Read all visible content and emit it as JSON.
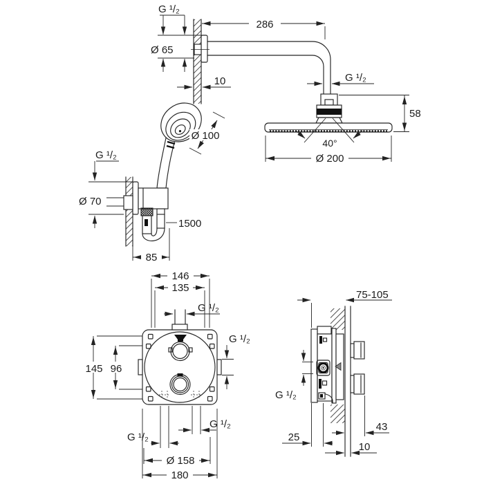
{
  "drawing": {
    "type": "shower-system-technical-dimension-drawing",
    "colors": {
      "line": "#232323",
      "background": "#ffffff",
      "fill_dark": "#111111"
    },
    "labels": {
      "arm": {
        "thread": "G ¹/₂",
        "length": "286",
        "flange_diameter": "Ø 65",
        "wall_thickness": "10"
      },
      "head_shower": {
        "thread": "G ¹/₂",
        "height": "58",
        "swivel_angle": "40°",
        "diameter": "Ø 200"
      },
      "hand_shower": {
        "diameter": "Ø 100",
        "hose_length": "1500"
      },
      "holder": {
        "thread": "G ¹/₂",
        "flange_diameter": "Ø 70",
        "depth": "85"
      },
      "valve_front": {
        "hole_spacing_width": "146",
        "inner_width": "135",
        "thread_top": "G ¹/₂",
        "thread_right": "G ¹/₂",
        "hole_spacing_height": "145",
        "inner_height": "96",
        "thread_bottom_left": "G ¹/₂",
        "thread_bottom_right": "G ¹/₂",
        "rosette_diameter": "Ø 158",
        "total_width": "180"
      },
      "valve_side": {
        "installation_depth_range": "75-105",
        "thread_side": "G ¹/₂",
        "rear_depth": "43",
        "front_depth": "25",
        "wall_thickness": "10"
      }
    }
  }
}
